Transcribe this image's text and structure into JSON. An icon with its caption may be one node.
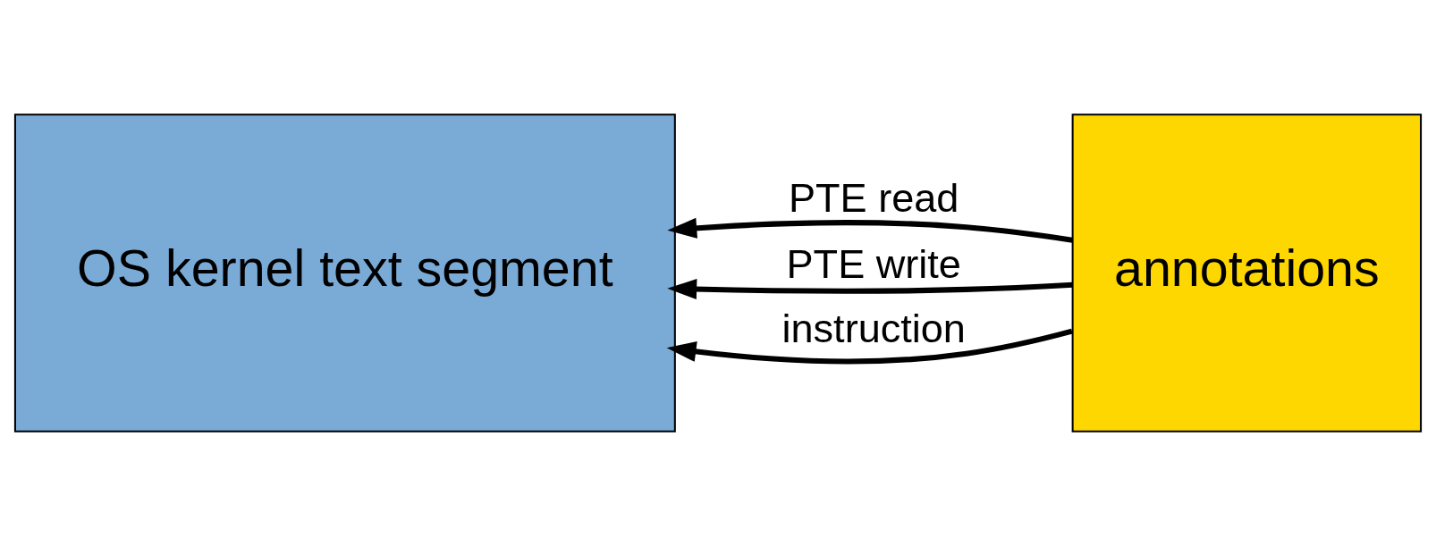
{
  "diagram": {
    "nodes": [
      {
        "text": [
          "OS kernel text segment"
        ]
      },
      {
        "text": [
          "annotations"
        ]
      }
    ],
    "edges": [
      {
        "from": 1,
        "to": 0,
        "arrow": "to",
        "label": "PTE read"
      },
      {
        "from": 1,
        "to": 0,
        "arrow": "to",
        "label": "PTE write"
      },
      {
        "from": 1,
        "to": 0,
        "arrow": "to",
        "label": "instruction"
      }
    ]
  }
}
